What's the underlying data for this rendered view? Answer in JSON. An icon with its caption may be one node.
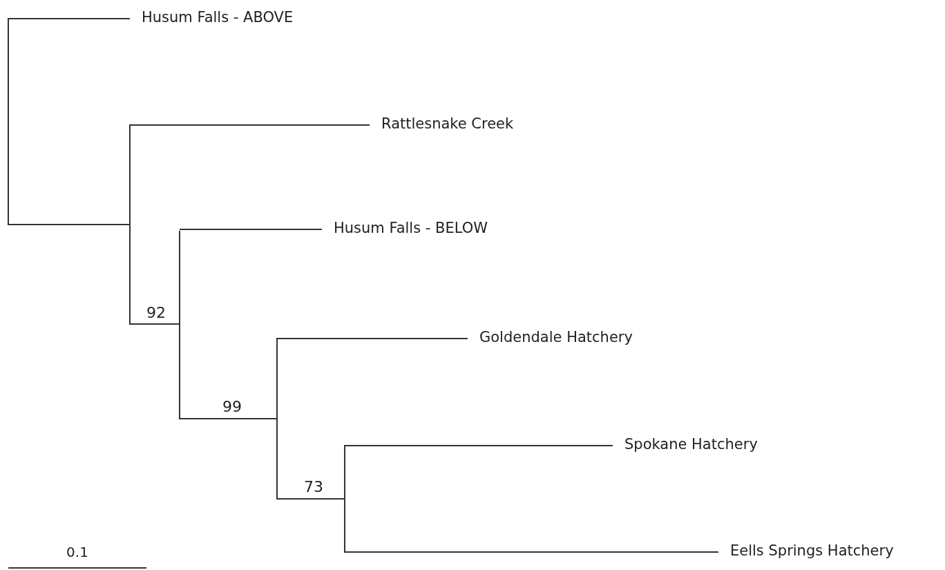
{
  "diagram": {
    "nodes": [
      {
        "text": [
          "Husum Falls - ABOVE"
        ]
      },
      {
        "text": [],
        "shape": "bar"
      },
      {
        "text": [
          "Rattlesnake Creek"
        ]
      },
      {
        "text": [],
        "shape": "bar"
      },
      {
        "text": [
          "Husum Falls - BELOW"
        ]
      },
      {
        "text": [],
        "shape": "bar",
        "beside": [
          "92"
        ]
      },
      {
        "text": [
          "Goldendale Hatchery"
        ]
      },
      {
        "text": [],
        "shape": "bar",
        "beside": [
          "99"
        ]
      },
      {
        "text": [
          "Spokane Hatchery"
        ]
      },
      {
        "text": [],
        "shape": "bar",
        "beside": [
          "73"
        ]
      },
      {
        "text": [
          "Eells Springs Hatchery"
        ]
      }
    ],
    "edges": [
      {
        "from": 1,
        "to": 0,
        "arrow": "none"
      },
      {
        "from": 1,
        "to": 3,
        "arrow": "none"
      },
      {
        "from": 3,
        "to": 2,
        "arrow": "none"
      },
      {
        "from": 3,
        "to": 5,
        "arrow": "none"
      },
      {
        "from": 5,
        "to": 4,
        "arrow": "none"
      },
      {
        "from": 5,
        "to": 7,
        "arrow": "none"
      },
      {
        "from": 7,
        "to": 6,
        "arrow": "none"
      },
      {
        "from": 7,
        "to": 9,
        "arrow": "none"
      },
      {
        "from": 9,
        "to": 8,
        "arrow": "none"
      },
      {
        "from": 9,
        "to": 10,
        "arrow": "none"
      }
    ],
    "labels": [
      "0.1"
    ]
  }
}
